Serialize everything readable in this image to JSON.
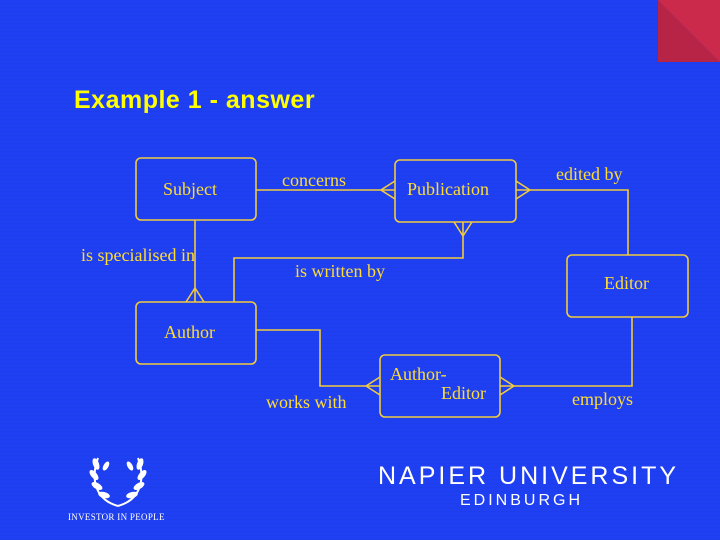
{
  "title": "Example 1 - answer",
  "diagram": {
    "entities": {
      "subject": "Subject",
      "publication": "Publication",
      "editor": "Editor",
      "author": "Author",
      "author_editor_line1": "Author-",
      "author_editor_line2": "Editor"
    },
    "relationships": {
      "concerns": "concerns",
      "edited_by": "edited by",
      "is_specialised_in": "is specialised in",
      "is_written_by": "is written by",
      "works_with": "works with",
      "employs": "employs"
    }
  },
  "footer": {
    "university_name": "NAPIER UNIVERSITY",
    "university_city": "EDINBURGH",
    "investor_badge": "INVESTOR IN PEOPLE"
  },
  "colors": {
    "background": "#1f3ff2",
    "title": "#ffff00",
    "diagram": "#f1cb3c",
    "corner_accent": "#cc2a4a"
  }
}
